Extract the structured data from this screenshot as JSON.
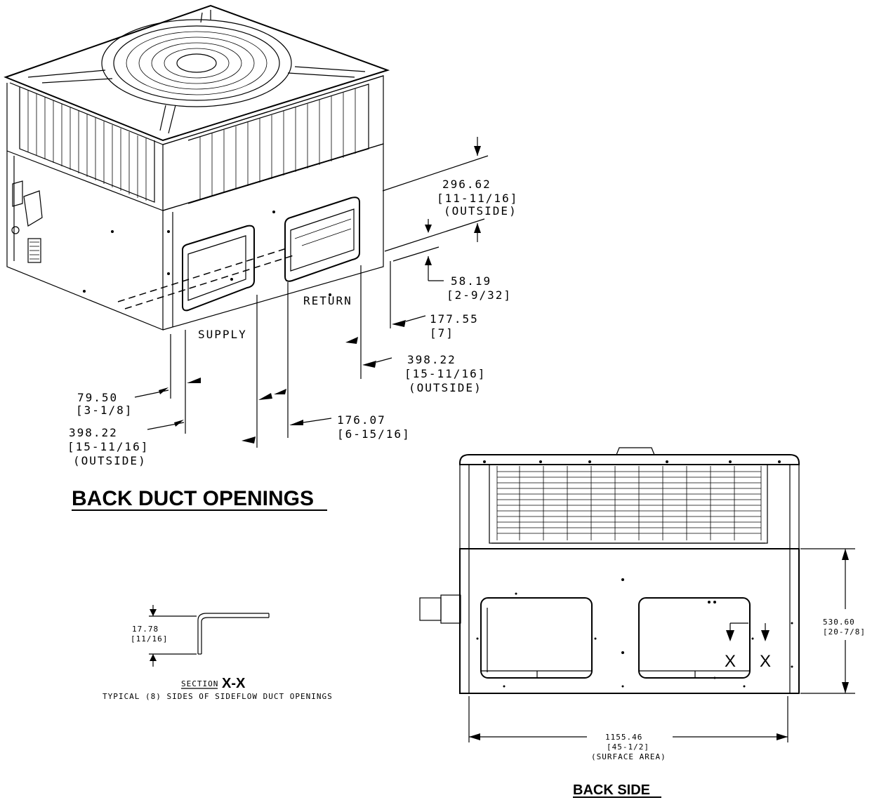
{
  "iso_view": {
    "dims": {
      "d1": {
        "value": "296.62",
        "inch": "[11-11/16]",
        "note": "(OUTSIDE)"
      },
      "d2": {
        "value": "58.19",
        "inch": "[2-9/32]"
      },
      "d3": {
        "value": "177.55",
        "inch": "[7]"
      },
      "d4": {
        "value": "398.22",
        "inch": "[15-11/16]",
        "note": "(OUTSIDE)"
      },
      "d5": {
        "value": "79.50",
        "inch": "[3-1/8]"
      },
      "d6": {
        "value": "398.22",
        "inch": "[15-11/16]",
        "note": "(OUTSIDE)"
      },
      "d7": {
        "value": "176.07",
        "inch": "[6-15/16]"
      }
    },
    "labels": {
      "return": "RETURN",
      "supply": "SUPPLY"
    },
    "title": "BACK DUCT OPENINGS"
  },
  "section": {
    "dim_value": "17.78",
    "dim_inch": "[11/16]",
    "title_prefix": "SECTION",
    "title_mark": "X-X",
    "caption": "TYPICAL (8) SIDES OF SIDEFLOW DUCT OPENINGS"
  },
  "back_side": {
    "height_value": "530.60",
    "height_inch": "[20-7/8]",
    "width_value": "1155.46",
    "width_inch": "[45-1/2]",
    "width_note": "(SURFACE AREA)",
    "x_left": "X",
    "x_right": "X",
    "title": "BACK SIDE"
  }
}
